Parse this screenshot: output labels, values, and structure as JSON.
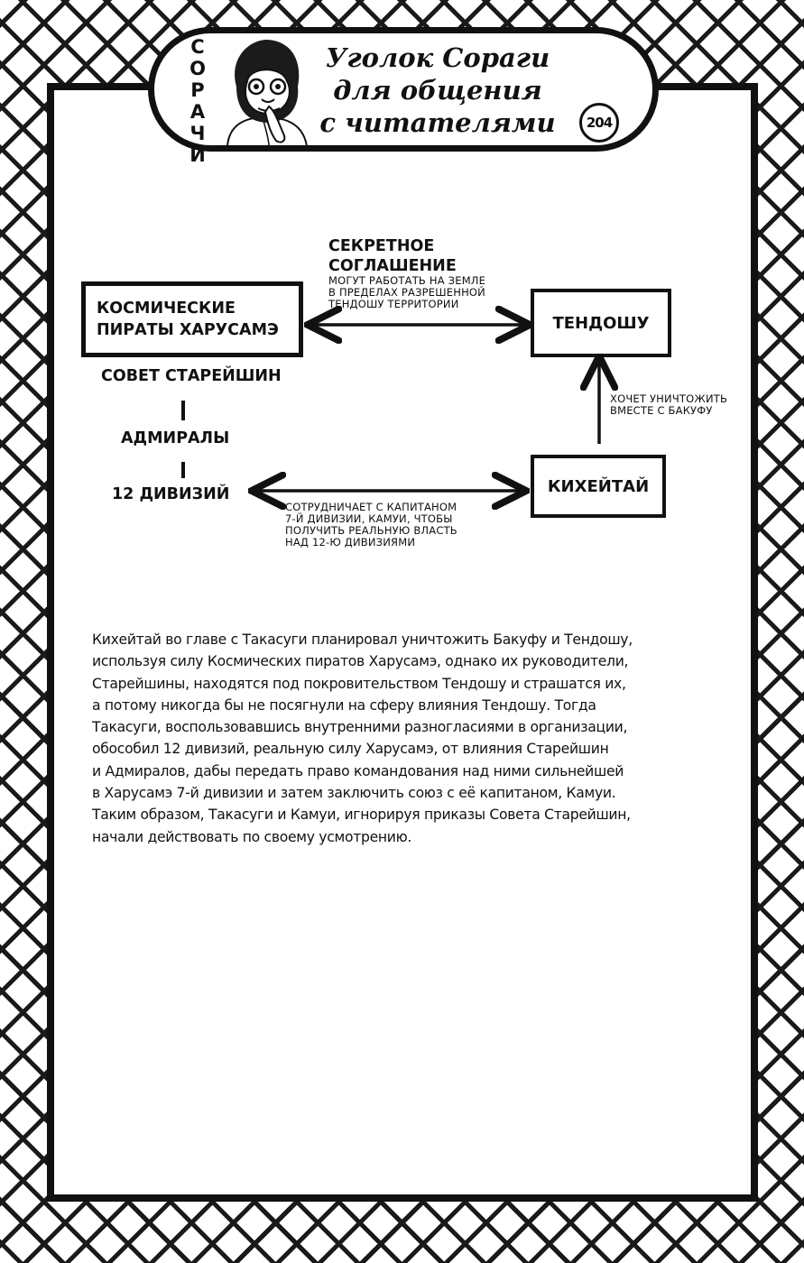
{
  "header": {
    "vertical_label": [
      "С",
      "О",
      "Р",
      "А",
      "Ч",
      "И"
    ],
    "title_lines": [
      "Уголок Сораги",
      "для общения",
      "с читателями"
    ],
    "issue_number": "204"
  },
  "diagram": {
    "nodes": {
      "pirates": "КОСМИЧЕСКИЕ\nПИРАТЫ ХАРУСАМЭ",
      "tendoshu": "ТЕНДОШУ",
      "kiheitai": "КИХЕЙТАЙ"
    },
    "hierarchy": [
      "СОВЕТ СТАРЕЙШИН",
      "АДМИРАЛЫ",
      "12 ДИВИЗИЙ"
    ],
    "secret_agreement": {
      "title": "СЕКРЕТНОЕ\nСОГЛАШЕНИЕ",
      "note": "МОГУТ РАБОТАТЬ НА ЗЕМЛЕ\nВ ПРЕДЕЛАХ РАЗРЕШЕННОЙ\nТЕНДОШУ ТЕРРИТОРИИ"
    },
    "destroy_note": "ХОЧЕТ УНИЧТОЖИТЬ\nВМЕСТЕ С БАКУФУ",
    "cooperate_note": "СОТРУДНИЧАЕТ С КАПИТАНОМ\n7-Й ДИВИЗИИ, КАМУИ, ЧТОБЫ\nПОЛУЧИТЬ РЕАЛЬНУЮ ВЛАСТЬ\nНАД 12-Ю ДИВИЗИЯМИ"
  },
  "body_lines": [
    "Кихейтай во главе с Такасуги планировал уничтожить Бакуфу и Тендошу,",
    "используя силу Космических пиратов Харусамэ, однако их руководители,",
    "Старейшины, находятся под покровительством Тендошу и страшатся их,",
    "а потому никогда бы не посягнули на сферу влияния Тендошу. Тогда",
    "Такасуги, воспользовавшись внутренними разногласиями в организации,",
    "обособил 12 дивизий, реальную силу Харусамэ, от влияния Старейшин",
    "и Адмиралов, дабы передать право командования над ними сильнейшей",
    "в Харусамэ 7-й дивизии и затем заключить союз с её капитаном, Камуи.",
    "Таким образом, Такасуги и Камуи, игнорируя приказы Совета Старейшин,",
    "начали действовать по своему усмотрению."
  ]
}
